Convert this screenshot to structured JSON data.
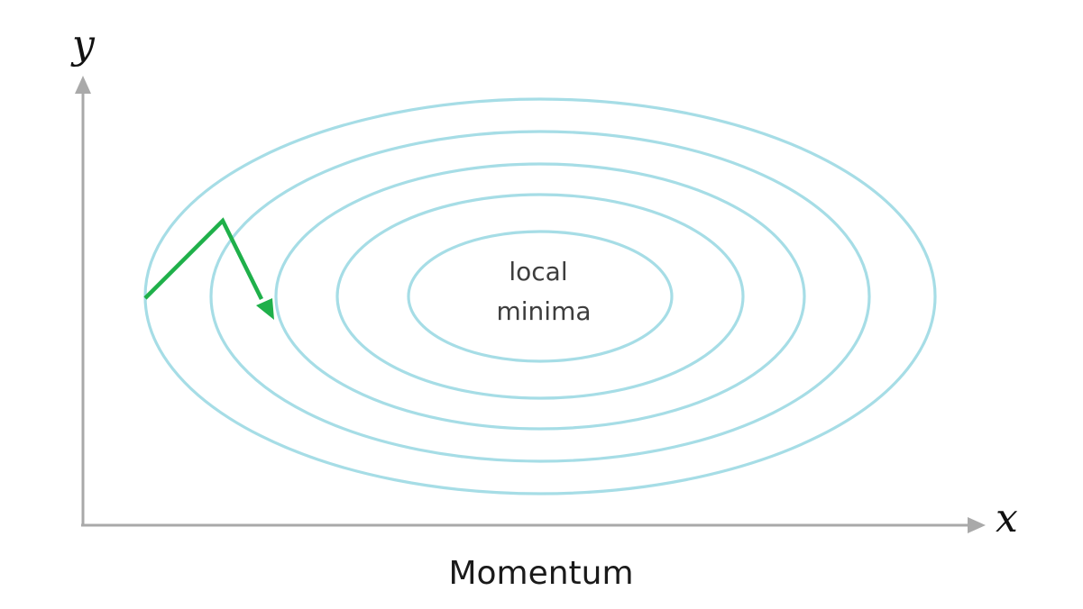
{
  "axes": {
    "x_label": "x",
    "y_label": "y"
  },
  "contours": {
    "count": 5,
    "center_label_line1": "local",
    "center_label_line2": "minima",
    "color": "#a6dde6"
  },
  "momentum_path": {
    "color": "#1fb04a",
    "icon": "arrow-head"
  },
  "caption": "Momentum",
  "colors": {
    "axis": "#a9a9a9",
    "text": "#1a1a1a"
  }
}
